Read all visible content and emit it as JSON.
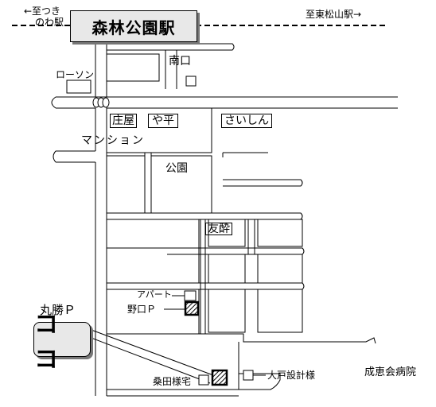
{
  "directions": {
    "left_line1": "←至つき",
    "left_line2": "のわ駅",
    "right": "至東松山駅→"
  },
  "station": "森林公園駅",
  "exit": "南口",
  "landmarks": {
    "lawson": "ローソン",
    "shoya": "庄屋",
    "yahei": "や平",
    "saishin": "さいしん",
    "mansion": "マンション",
    "park": "公園",
    "yuusui": "友酔",
    "apart": "アパート",
    "noguchi_p": "野口Ｐ",
    "marukatsu_p": "丸勝Ｐ",
    "kuwata": "桑田様宅",
    "oto": "大戸設計様",
    "hospital": "成恵会病院"
  },
  "here_label": "ココ"
}
